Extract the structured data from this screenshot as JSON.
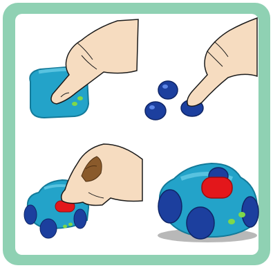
{
  "illustration": {
    "panels": [
      {
        "step": "roll-body"
      },
      {
        "step": "make-wheels"
      },
      {
        "step": "add-window"
      },
      {
        "step": "finished-car"
      }
    ],
    "colors": {
      "frame": "#8fd1b3",
      "panel": "#ffffff",
      "clay_body": "#23a3c9",
      "clay_body_dark": "#137a99",
      "wheel": "#1c3f9e",
      "wheel_dark": "#0f2566",
      "window": "#e3171b",
      "lights": "#7fd84a",
      "skin": "#f6dcc0",
      "skin_shade": "#e6bf98",
      "outline": "#1a1a1a",
      "ground": "#b8b8b8"
    }
  }
}
